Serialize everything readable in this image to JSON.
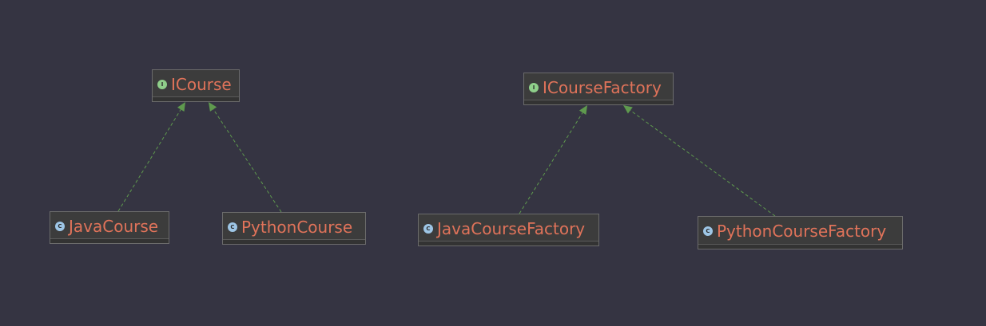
{
  "nodes": {
    "icourse": {
      "kind": "interface",
      "kind_letter": "I",
      "label": "ICourse"
    },
    "icourse_factory": {
      "kind": "interface",
      "kind_letter": "I",
      "label": "ICourseFactory"
    },
    "java_course": {
      "kind": "class",
      "kind_letter": "C",
      "label": "JavaCourse"
    },
    "python_course": {
      "kind": "class",
      "kind_letter": "C",
      "label": "PythonCourse"
    },
    "java_course_factory": {
      "kind": "class",
      "kind_letter": "C",
      "label": "JavaCourseFactory"
    },
    "python_course_factory": {
      "kind": "class",
      "kind_letter": "C",
      "label": "PythonCourseFactory"
    }
  },
  "relations": [
    {
      "from": "java_course",
      "to": "icourse",
      "type": "implements"
    },
    {
      "from": "python_course",
      "to": "icourse",
      "type": "implements"
    },
    {
      "from": "java_course_factory",
      "to": "icourse_factory",
      "type": "implements"
    },
    {
      "from": "python_course_factory",
      "to": "icourse_factory",
      "type": "implements"
    }
  ],
  "colors": {
    "background": "#353442",
    "label": "#e0735a",
    "edge": "#5f9a4e",
    "interface_badge": "#8fcf8a",
    "class_badge": "#9ec6e6"
  }
}
